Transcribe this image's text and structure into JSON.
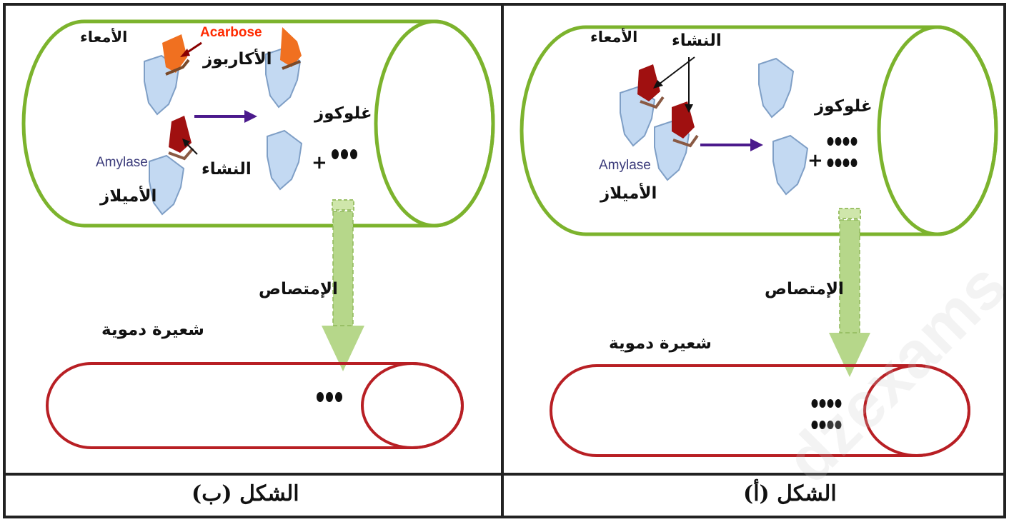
{
  "watermark": "dzexams",
  "panel_b": {
    "caption": "الشكل (ب)",
    "label_intestine": "الأمعاء",
    "label_acarbose_en": "Acarbose",
    "label_acarbose_ar": "الأكاربوز",
    "label_amylase_en": "Amylase",
    "label_amylase_ar": "الأميلاز",
    "label_starch": "النشاء",
    "label_glucose": "غلوكوز",
    "plus": "+",
    "label_absorption": "الإمتصاص",
    "label_capillary": "شعيرة دموية",
    "glucose_in_intestine": 3,
    "glucose_in_blood": 3
  },
  "panel_a": {
    "caption": "الشكل (أ)",
    "label_intestine": "الأمعاء",
    "label_starch": "النشاء",
    "label_amylase_en": "Amylase",
    "label_amylase_ar": "الأميلاز",
    "label_glucose": "غلوكوز",
    "plus": "+",
    "label_absorption": "الإمتصاص",
    "label_capillary": "شعيرة دموية",
    "glucose_in_intestine": 8,
    "glucose_in_blood": 8
  },
  "colors": {
    "intestine_outline": "#7cb32d",
    "capillary_outline": "#b81f24",
    "enzyme_fill": "#c3d9f2",
    "enzyme_stroke": "#7f9fc6",
    "starch": "#a01010",
    "acarbose": "#f07020",
    "arrow": "#4b1a8c",
    "absorption_arrow": "#b6d78a",
    "acarbose_label": "#ff2a00"
  },
  "icons": [
    "enzyme-icon",
    "starch-icon",
    "acarbose-icon",
    "glucose-dot-icon",
    "reaction-arrow-icon",
    "absorption-arrow-icon"
  ]
}
